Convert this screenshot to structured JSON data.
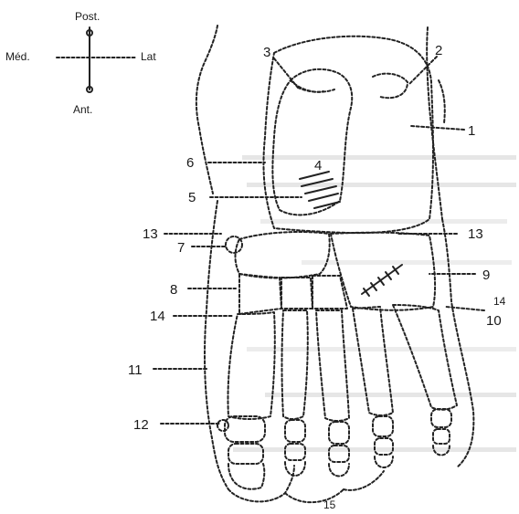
{
  "compass": {
    "post": "Post.",
    "med": "Méd.",
    "lat": "Lat",
    "ant": "Ant."
  },
  "labels": [
    {
      "id": "1",
      "text": "1"
    },
    {
      "id": "2",
      "text": "2"
    },
    {
      "id": "3",
      "text": "3"
    },
    {
      "id": "4",
      "text": "4"
    },
    {
      "id": "5",
      "text": "5"
    },
    {
      "id": "6",
      "text": "6"
    },
    {
      "id": "7",
      "text": "7"
    },
    {
      "id": "8",
      "text": "8"
    },
    {
      "id": "9",
      "text": "9"
    },
    {
      "id": "10",
      "text": "10"
    },
    {
      "id": "11",
      "text": "11"
    },
    {
      "id": "12",
      "text": "12"
    },
    {
      "id": "13l",
      "text": "13"
    },
    {
      "id": "13r",
      "text": "13"
    },
    {
      "id": "14l",
      "text": "14"
    },
    {
      "id": "14r",
      "text": "14"
    },
    {
      "id": "15",
      "text": "15"
    }
  ],
  "colors": {
    "ink": "#222222",
    "bleed_text": "#bdbdbd",
    "background": "#ffffff"
  }
}
